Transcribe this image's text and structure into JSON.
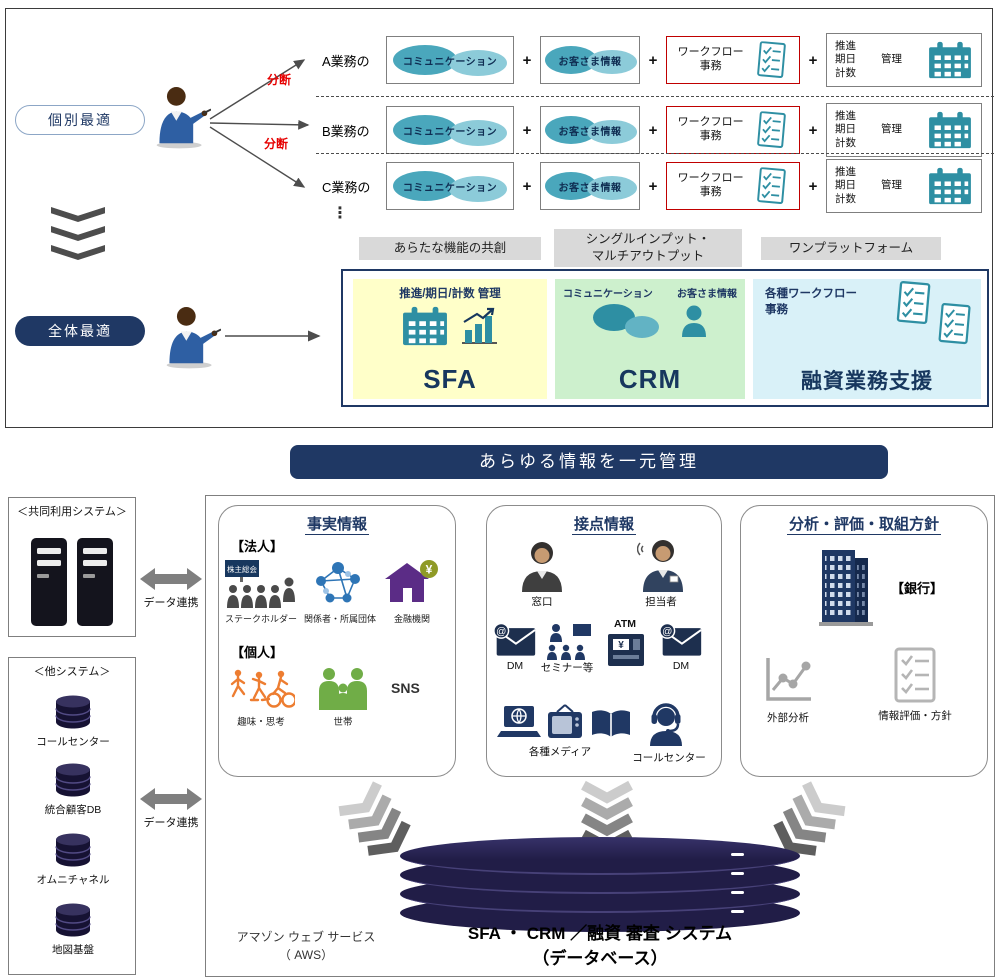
{
  "colors": {
    "navy": "#1f3864",
    "teal": "#2e8fa3",
    "red": "#c00000",
    "sfa_bg": "#ffffc9",
    "crm_bg": "#cdf0cd",
    "loan_bg": "#d9f1f8",
    "purple": "#5b2c86",
    "orange": "#ed7d31",
    "green": "#70ad47",
    "gray": "#7f7f7f"
  },
  "top": {
    "individual_pill": "個別最適",
    "overall_pill": "全体最適",
    "rows": [
      {
        "label": "A業務の"
      },
      {
        "label": "B業務の"
      },
      {
        "label": "C業務の"
      }
    ],
    "ellipsis": "⋮",
    "divider_label_1": "分断",
    "divider_label_2": "分断",
    "plus": "+",
    "box_communication": "コミュニケーション",
    "box_customer": "お客さま情報",
    "box_workflow": "ワークフロー\n事務",
    "box_promotion_col": "推進\n期日\n計数",
    "box_promotion_manage": "管理",
    "pill_cocreation": "あらたな機能の共創",
    "pill_single_input": "シングルインプット・\nマルチアウトプット",
    "pill_one_platform": "ワンプラットフォーム",
    "sfa": {
      "header": "推進/期日/計数 管理",
      "title": "SFA"
    },
    "crm": {
      "header_left": "コミュニケーション",
      "header_right": "お客さま情報",
      "title": "CRM"
    },
    "loan": {
      "header": "各種ワークフロー\n事務",
      "title": "融資業務支援"
    }
  },
  "banner": "あらゆる情報を一元管理",
  "left_column": {
    "shared_system_label": "＜共同利用システム＞",
    "data_link_1": "データ連携",
    "other_system_label": "＜他システム＞",
    "other_items": [
      "コールセンター",
      "統合顧客DB",
      "オムニチャネル",
      "地図基盤"
    ],
    "data_link_2": "データ連携"
  },
  "fact_panel": {
    "title": "事実情報",
    "corporate_heading": "【法人】",
    "stakeholder_sign": "株主総会",
    "items_corporate": [
      "ステークホルダー",
      "関係者・所属団体",
      "金融機関"
    ],
    "individual_heading": "【個人】",
    "items_individual": [
      "趣味・思考",
      "世帯"
    ],
    "sns": "SNS"
  },
  "contact_panel": {
    "title": "接点情報",
    "counter": "窓口",
    "rep": "担当者",
    "dm1": "DM",
    "seminar": "セミナー等",
    "atm": "ATM",
    "dm2": "DM",
    "media": "各種メディア",
    "call_center": "コールセンター"
  },
  "analysis_panel": {
    "title": "分析・評価・取組方針",
    "bank": "【銀行】",
    "external": "外部分析",
    "evaluation": "情報評価・方針"
  },
  "icon_glyphs": {
    "at": "@",
    "yen": "¥"
  },
  "footer": {
    "aws_1": "アマゾン ウェブ サービス",
    "aws_2": "（ AWS）",
    "db_title_1": "SFA ・ CRM ／融資 審査 システム",
    "db_title_2": "（データベース）"
  }
}
